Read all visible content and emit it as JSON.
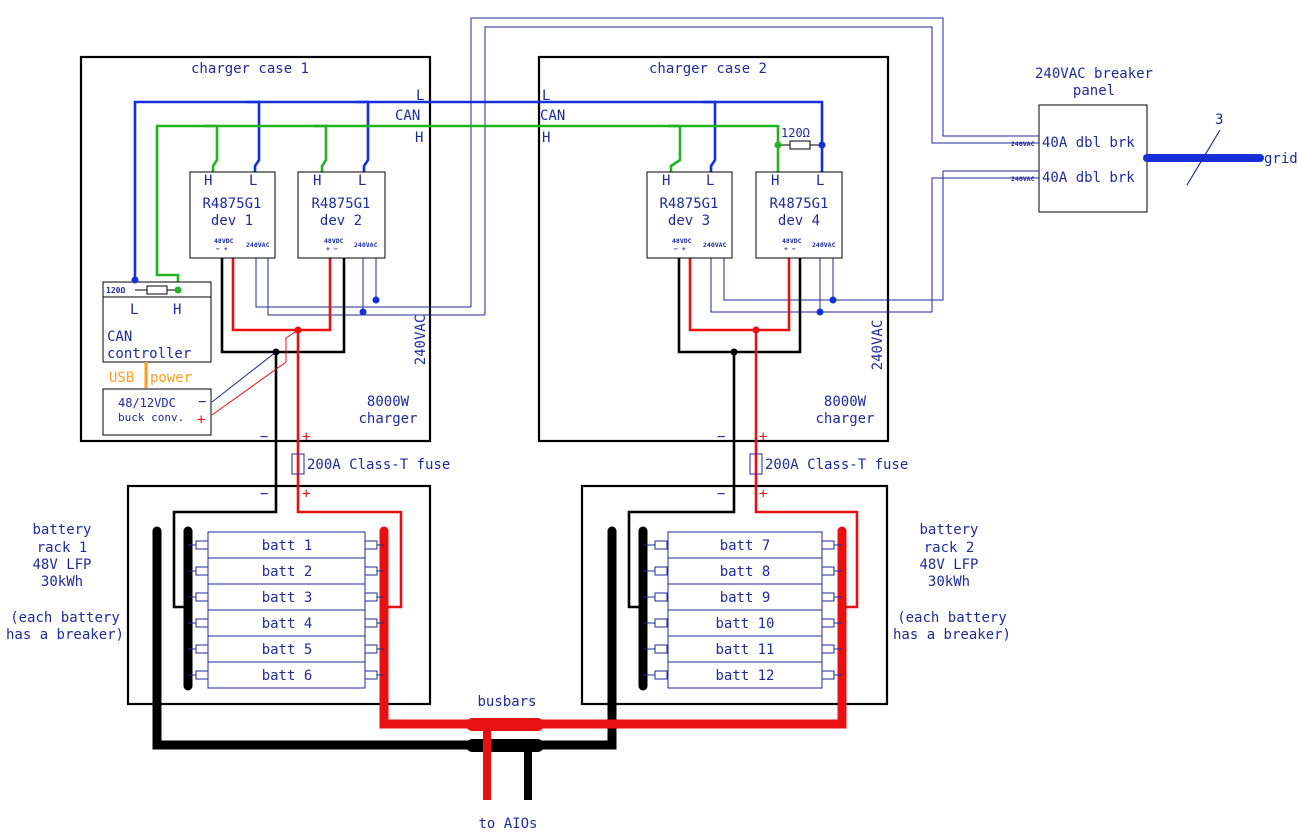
{
  "charger_case_1": {
    "title": "charger case 1",
    "bus_L": "L",
    "bus_CAN": "CAN",
    "bus_H": "H",
    "rating": "8000W",
    "rating2": "charger",
    "ac_label": "240VAC",
    "fuse_label": "200A Class-T fuse",
    "minus": "−",
    "plus": "+"
  },
  "charger_case_2": {
    "title": "charger case 2",
    "bus_L": "L",
    "bus_CAN": "CAN",
    "bus_H": "H",
    "rating": "8000W",
    "rating2": "charger",
    "ac_label": "240VAC",
    "fuse_label": "200A Class-T fuse",
    "minus": "−",
    "plus": "+",
    "terminator": "120Ω"
  },
  "devices": [
    {
      "model": "R4875G1",
      "name": "dev 1",
      "pin_h": "H",
      "pin_l": "L",
      "dc_label": "48VDC",
      "dc_pol": "− +",
      "ac_label": "240VAC"
    },
    {
      "model": "R4875G1",
      "name": "dev 2",
      "pin_h": "H",
      "pin_l": "L",
      "dc_label": "48VDC",
      "dc_pol": "+ −",
      "ac_label": "240VAC"
    },
    {
      "model": "R4875G1",
      "name": "dev 3",
      "pin_h": "H",
      "pin_l": "L",
      "dc_label": "48VDC",
      "dc_pol": "− +",
      "ac_label": "240VAC"
    },
    {
      "model": "R4875G1",
      "name": "dev 4",
      "pin_h": "H",
      "pin_l": "L",
      "dc_label": "48VDC",
      "dc_pol": "+ −",
      "ac_label": "240VAC"
    }
  ],
  "can_controller": {
    "terminator": "120Ω",
    "pin_l": "L",
    "pin_h": "H",
    "line1": "CAN",
    "line2": "controller",
    "usb_label": "USB",
    "usb_label2": "power"
  },
  "buck_converter": {
    "line1": "48/12VDC",
    "line2": "buck conv.",
    "minus": "−",
    "plus": "+"
  },
  "breaker_panel": {
    "title1": "240VAC breaker",
    "title2": "panel",
    "breaker1": "40A dbl brk",
    "breaker2": "40A dbl brk",
    "wire_label": "240VAC",
    "phase_count": "3",
    "grid_label": "grid"
  },
  "battery_rack_1": {
    "title": [
      "battery",
      "rack 1",
      "48V LFP",
      "30kWh"
    ],
    "note": [
      "(each battery",
      "has a breaker)"
    ],
    "batteries": [
      "batt 1",
      "batt 2",
      "batt 3",
      "batt 4",
      "batt 5",
      "batt 6"
    ],
    "minus": "−",
    "plus": "+"
  },
  "battery_rack_2": {
    "title": [
      "battery",
      "rack 2",
      "48V LFP",
      "30kWh"
    ],
    "note": [
      "(each battery",
      "has a breaker)"
    ],
    "batteries": [
      "batt 7",
      "batt 8",
      "batt 9",
      "batt 10",
      "batt 11",
      "batt 12"
    ],
    "minus": "−",
    "plus": "+"
  },
  "busbars": {
    "label": "busbars",
    "output_label": "to AIOs"
  },
  "colors": {
    "can_low": "#1530d8",
    "can_high": "#22b41e",
    "dc_positive": "#e81010",
    "dc_negative": "#000000",
    "usb": "#ff9e1b",
    "text": "#1f2a9c"
  }
}
